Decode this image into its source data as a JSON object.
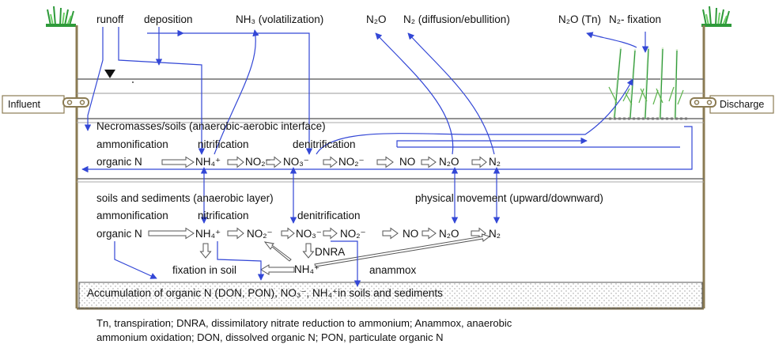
{
  "top_labels": {
    "runoff": "runoff",
    "deposition": "deposition",
    "volatilization": "NH₃ (volatilization)",
    "n2o": "N₂O",
    "n2_diffusion": "N₂ (diffusion/ebullition)",
    "n2o_tn": "N₂O (Tn)",
    "n2_fixation": "N₂- fixation"
  },
  "sides": {
    "influent": "Influent",
    "discharge": "Discharge"
  },
  "upper_layer": {
    "title": "Necromasses/soils (anaerobic-aerobic interface)",
    "ammonification": "ammonification",
    "nitrification": "nitrification",
    "denitrification": "denitrification",
    "chain": [
      "organic N",
      "NH₄⁺",
      "NO₂⁻",
      "NO₃⁻",
      "NO₂⁻",
      "NO",
      "N₂O",
      "N₂"
    ]
  },
  "lower_layer": {
    "title": "soils and sediments (anaerobic layer)",
    "ammonification": "ammonification",
    "nitrification": "nitrification",
    "denitrification": "denitrification",
    "physical": "physical movement (upward/downward)",
    "chain": [
      "organic N",
      "NH₄⁺",
      "NO₂⁻",
      "NO₃⁻",
      "NO₂⁻",
      "NO",
      "N₂O",
      "N₂"
    ],
    "dnra": "DNRA",
    "fixation_in_soil": "fixation in soil",
    "nh4": "NH₄⁺",
    "anammox": "anammox"
  },
  "accumulation": "Accumulation of organic N (DON, PON), NO₃⁻, NH₄⁺in soils and sediments",
  "legend": [
    "Tn, transpiration; DNRA, dissimilatory nitrate reduction to ammonium; Anammox, anaerobic",
    "ammonium oxidation; DON, dissolved organic N; PON, particulate organic N"
  ],
  "colors": {
    "arrow_blue": "#3347d6",
    "water_line": "#6e6e6e",
    "wall": "#8b7b53",
    "plant_green": "#2e9a3a"
  }
}
